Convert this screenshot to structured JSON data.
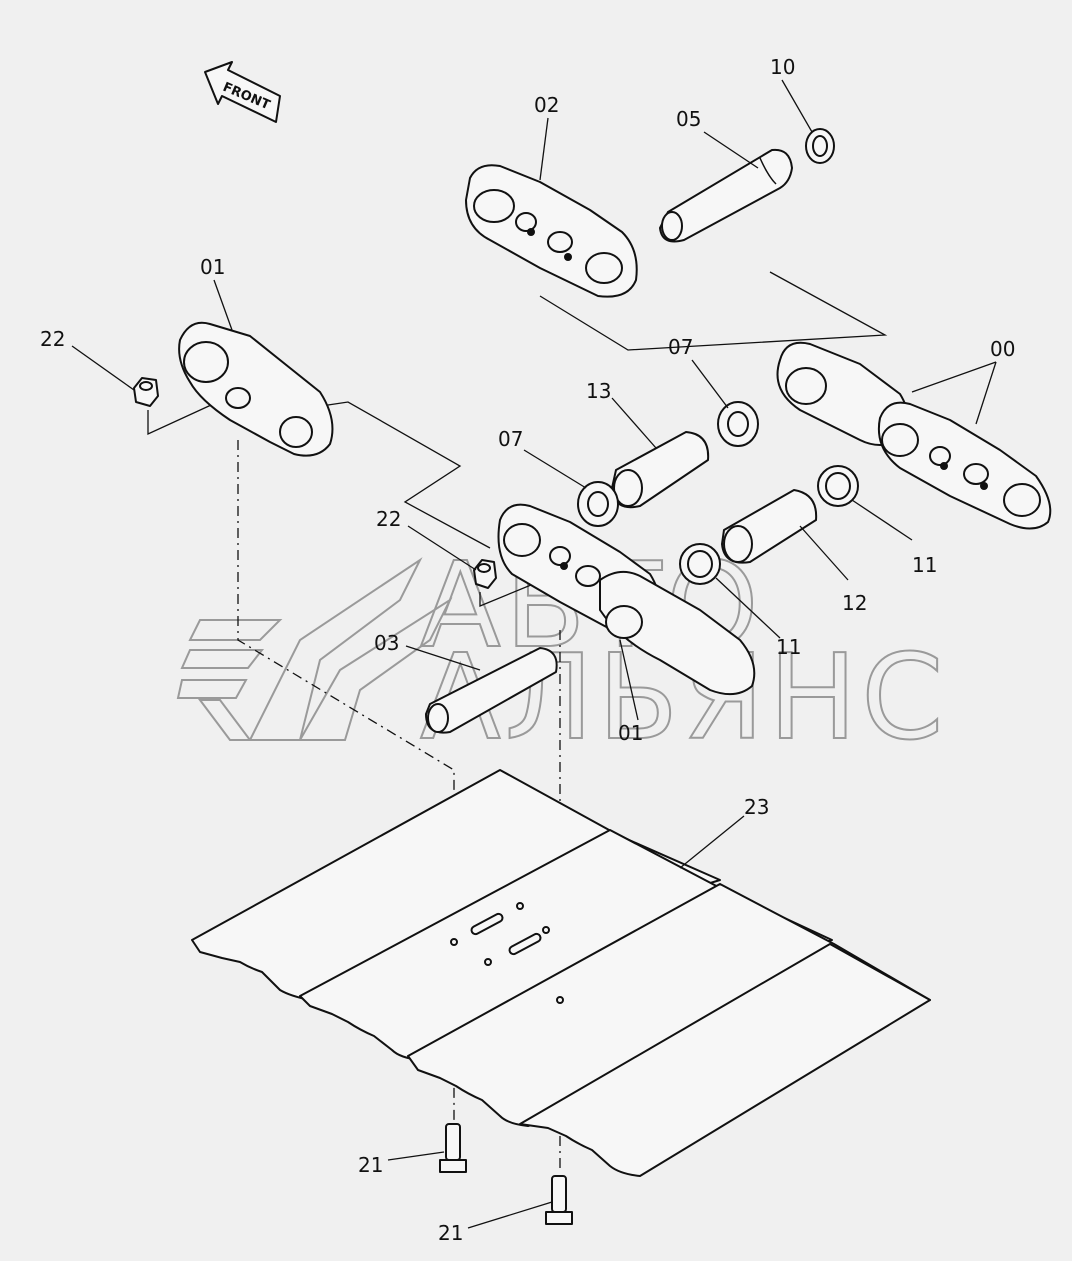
{
  "orientation": {
    "arrow_label": "FRONT"
  },
  "watermark": {
    "line1": "АВТО",
    "line2": "АЛЬЯНС"
  },
  "callouts": [
    {
      "id": "c-10",
      "text": "10"
    },
    {
      "id": "c-02",
      "text": "02"
    },
    {
      "id": "c-05",
      "text": "05"
    },
    {
      "id": "c-01-top",
      "text": "01"
    },
    {
      "id": "c-22-top",
      "text": "22"
    },
    {
      "id": "c-07-right",
      "text": "07"
    },
    {
      "id": "c-00",
      "text": "00"
    },
    {
      "id": "c-13",
      "text": "13"
    },
    {
      "id": "c-07-left",
      "text": "07"
    },
    {
      "id": "c-11-right",
      "text": "11"
    },
    {
      "id": "c-22-mid",
      "text": "22"
    },
    {
      "id": "c-12",
      "text": "12"
    },
    {
      "id": "c-03",
      "text": "03"
    },
    {
      "id": "c-11-mid",
      "text": "11"
    },
    {
      "id": "c-01-mid",
      "text": "01"
    },
    {
      "id": "c-23",
      "text": "23"
    },
    {
      "id": "c-21-top",
      "text": "21"
    },
    {
      "id": "c-21-bottom",
      "text": "21"
    }
  ]
}
